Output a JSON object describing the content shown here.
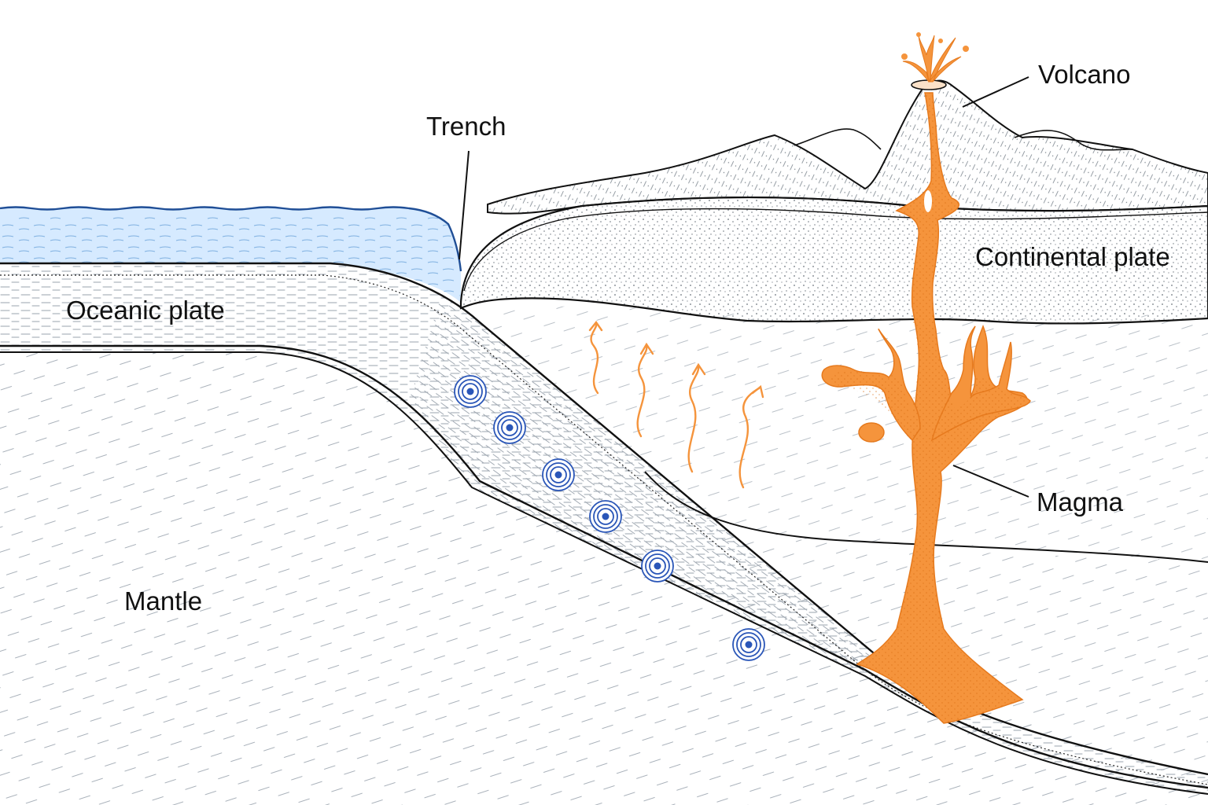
{
  "labels": {
    "trench": "Trench",
    "volcano": "Volcano",
    "continental_plate": "Continental plate",
    "oceanic_plate": "Oceanic plate",
    "magma": "Magma",
    "mantle": "Mantle"
  },
  "colors": {
    "ocean_fill": "#d6eaff",
    "ocean_surface": "#1f4e96",
    "magma": "#f5943c",
    "magma_dark": "#e67a1e",
    "seismic": "#2a56b8",
    "ink": "#111111",
    "hatch": "#9aa3ad"
  },
  "seismic_foci_count": 6
}
